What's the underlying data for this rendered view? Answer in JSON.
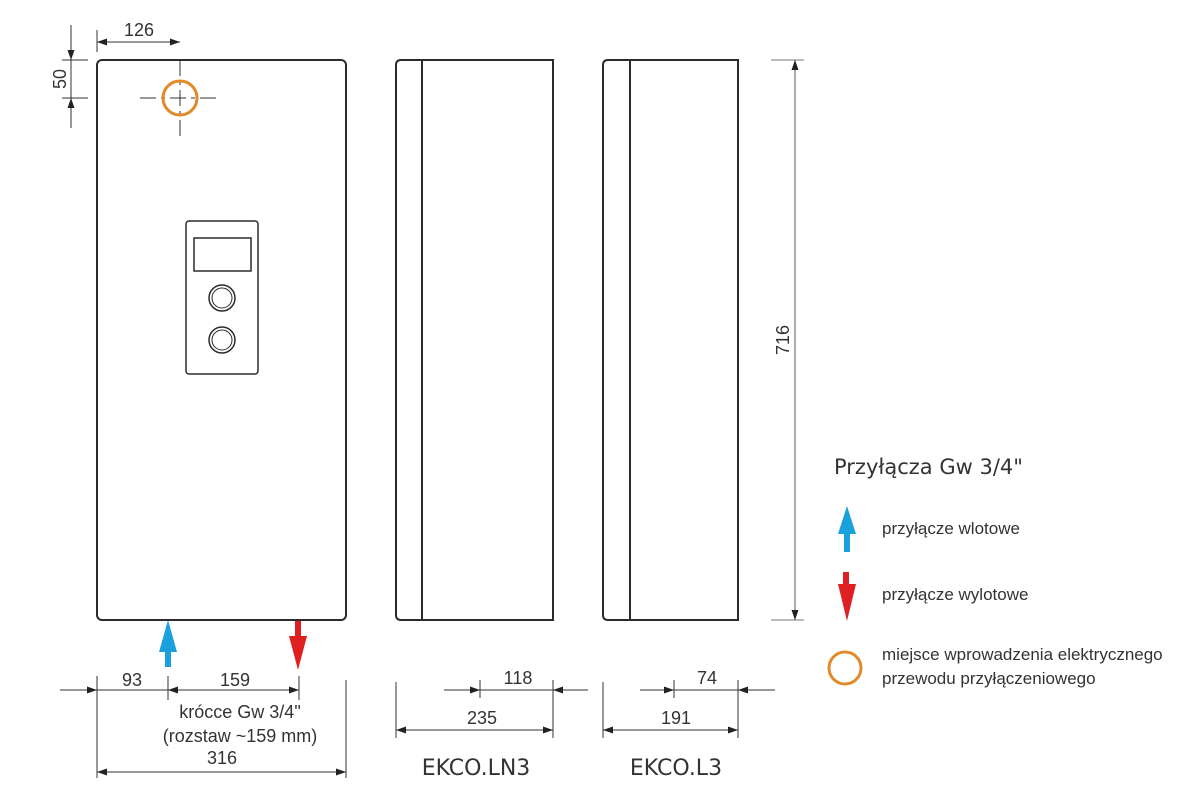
{
  "colors": {
    "outline": "#2b2b2b",
    "dim_line": "#333333",
    "inlet_arrow": "#1aa0dc",
    "outlet_arrow": "#e02020",
    "electric_entry": "#e08a2a"
  },
  "front_view": {
    "dim_top_offset": "126",
    "dim_left_offset": "50",
    "dim_inlet_from_left": "93",
    "dim_pipe_spacing": "159",
    "pipe_note_line1": "krócce Gw 3/4\"",
    "pipe_note_line2": "(rozstaw ~159 mm)",
    "dim_total_width": "316"
  },
  "side_view_ln3": {
    "dim_inner": "118",
    "dim_total_depth": "235",
    "model": "EKCO.LN3"
  },
  "side_view_l3": {
    "dim_inner": "74",
    "dim_total_depth": "191",
    "model": "EKCO.L3"
  },
  "height_dim": "716",
  "legend": {
    "title": "Przyłącza  Gw 3/4\"",
    "items": [
      {
        "icon": "inlet-arrow-up-icon",
        "label": "przyłącze wlotowe"
      },
      {
        "icon": "outlet-arrow-down-icon",
        "label": "przyłącze wylotowe"
      },
      {
        "icon": "electric-entry-circle-icon",
        "label_line1": "miejsce wprowadzenia elektrycznego",
        "label_line2": "przewodu przyłączeniowego"
      }
    ]
  }
}
